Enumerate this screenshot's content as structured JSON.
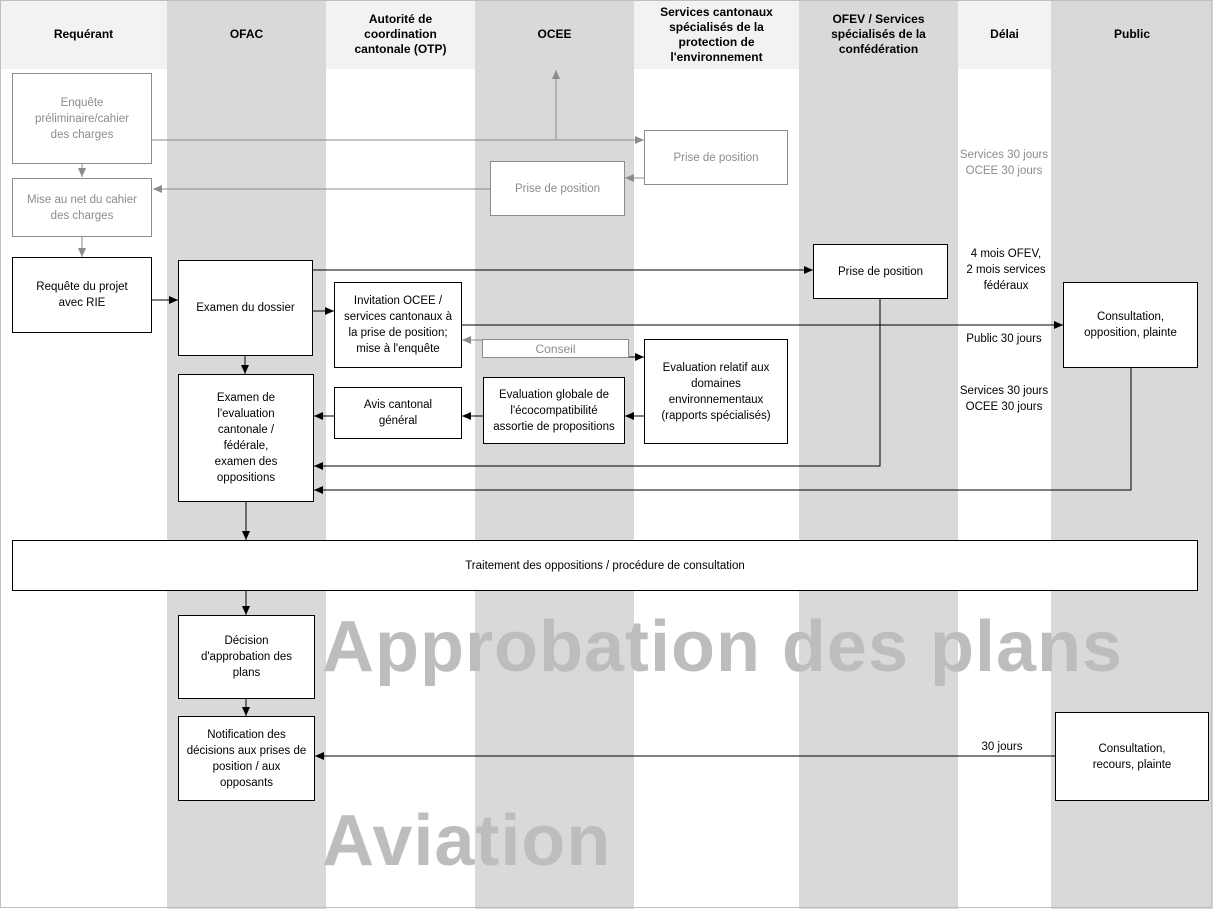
{
  "headers": {
    "requerant": "Requérant",
    "ofac": "OFAC",
    "otp": "Autorité de coordination cantonale (OTP)",
    "ocee": "OCEE",
    "services_cantonaux": "Services cantonaux spécialisés de la protection de l'environnement",
    "ofev": "OFEV / Services spécialisés de la confédération",
    "delai": "Délai",
    "public": "Public"
  },
  "boxes": {
    "enquete": "Enquête préliminaire/cahier des charges",
    "mise_au_net": "Mise au net du cahier des charges",
    "prise_position_services": "Prise de position",
    "prise_position_ocee": "Prise de position",
    "requete": "Requête du projet avec RIE",
    "examen_dossier": "Examen du dossier",
    "invitation": "Invitation OCEE / services cantonaux à la prise de position; mise à l'enquête",
    "prise_position_ofev": "Prise de position",
    "consultation_public": "Consultation, opposition, plainte",
    "conseil": "Conseil",
    "evaluation_relatif": "Evaluation relatif aux domaines environnementaux (rapports spécialisés)",
    "evaluation_globale": "Evaluation globale de l'écocompatibilité assortie de propositions",
    "avis_cantonal": "Avis cantonal général",
    "examen_evaluation": "Examen de l'evaluation cantonale / fédérale, examen des oppositions",
    "traitement": "Traitement des oppositions / procédure de consultation",
    "decision": "Décision d'approbation des plans",
    "notification": "Notification des décisions aux prises de position / aux opposants",
    "consultation_recours": "Consultation, recours, plainte"
  },
  "delays": {
    "services_ocee_1": "Services 30 jours\nOCEE 30 jours",
    "ofev_mois": "4 mois OFEV,\n2 mois services\nfédéraux",
    "public_30": "Public 30 jours",
    "services_ocee_2": "Services 30 jours\nOCEE 30 jours",
    "jours_30": "30 jours"
  },
  "watermarks": {
    "approbation": "Approbation des plans",
    "aviation": "Aviation"
  },
  "colors": {
    "lane_shaded": "#d9d9d9",
    "grey_box": "#8c8c8c",
    "watermark": "#bdbdbd"
  }
}
